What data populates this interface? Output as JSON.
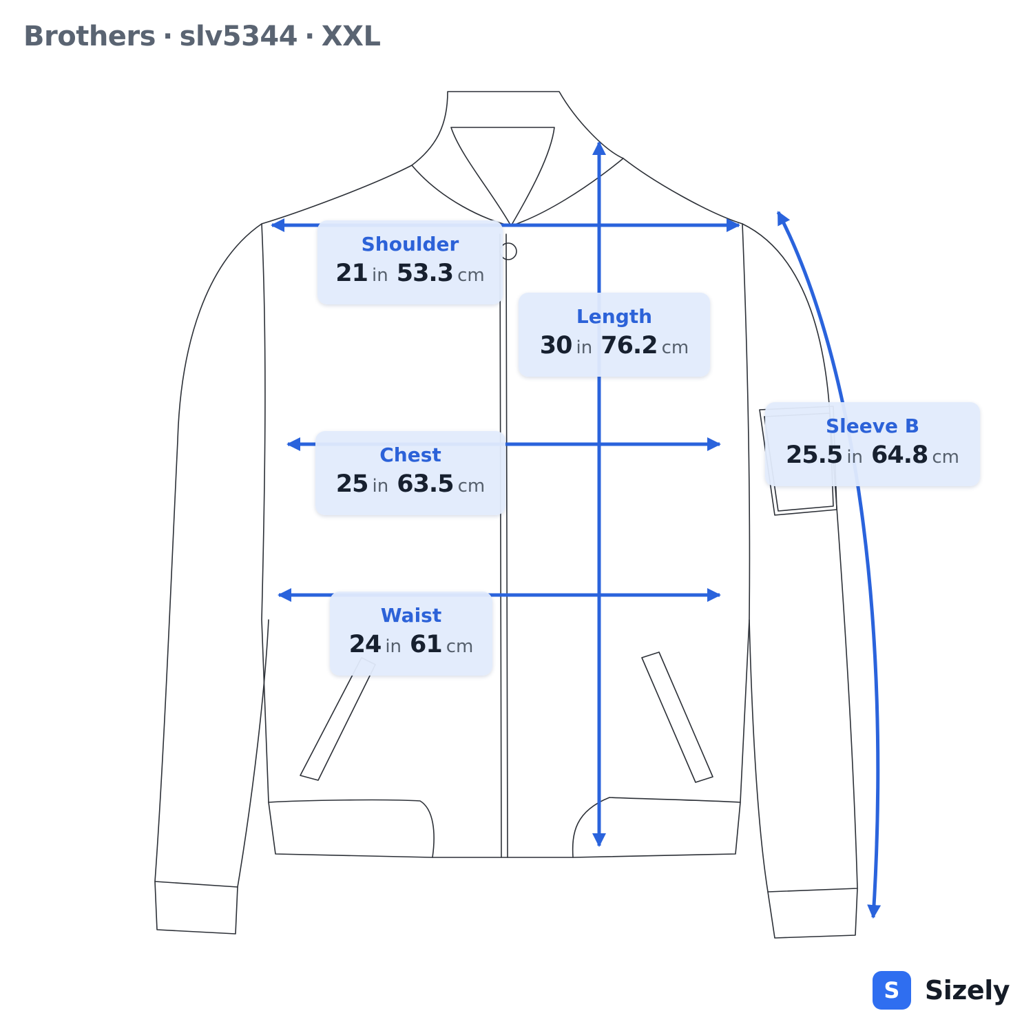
{
  "header": {
    "brand": "Brothers",
    "sku": "slv5344",
    "size": "XXL",
    "separator": "·"
  },
  "colors": {
    "accent": "#2c62d8",
    "arrow": "#2a63dc",
    "label_bg": "#e2ebfc",
    "outline": "#2b2f36"
  },
  "measurements": {
    "shoulder": {
      "name": "Shoulder",
      "in": "21",
      "cm": "53.3",
      "in_unit": "in",
      "cm_unit": "cm"
    },
    "length": {
      "name": "Length",
      "in": "30",
      "cm": "76.2",
      "in_unit": "in",
      "cm_unit": "cm"
    },
    "chest": {
      "name": "Chest",
      "in": "25",
      "cm": "63.5",
      "in_unit": "in",
      "cm_unit": "cm"
    },
    "waist": {
      "name": "Waist",
      "in": "24",
      "cm": "61",
      "in_unit": "in",
      "cm_unit": "cm"
    },
    "sleeve": {
      "name": "Sleeve B",
      "in": "25.5",
      "cm": "64.8",
      "in_unit": "in",
      "cm_unit": "cm"
    }
  },
  "logo": {
    "badge": "S",
    "name": "Sizely"
  },
  "icons": {
    "logo": "sizely-logo-icon",
    "garment": "bomber-jacket-icon"
  }
}
